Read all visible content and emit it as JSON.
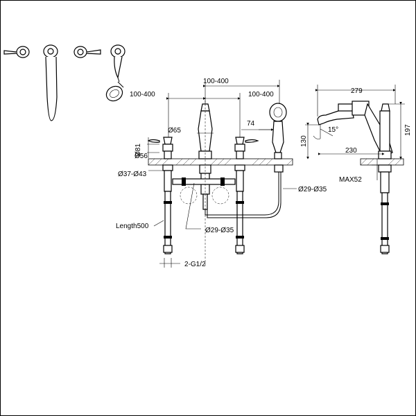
{
  "dimensions": {
    "d_100_400_top": "100-400",
    "d_100_400_left": "100-400",
    "d_100_400_right": "100-400",
    "d_279": "279",
    "d_phi65": "Ø65",
    "d_74": "74",
    "d_15deg": "15°",
    "d_197": "197",
    "d_130": "130",
    "d_230": "230",
    "d_phi81": "Ø81",
    "d_phi56": "Ø56",
    "d_phi37_43": "Ø37-Ø43",
    "d_phi29_35_right": "Ø29-Ø35",
    "d_max52": "MAX52",
    "d_length500": "Length500",
    "d_phi29_35_mid": "Ø29-Ø35",
    "d_2_g12": "2-G1/2"
  }
}
